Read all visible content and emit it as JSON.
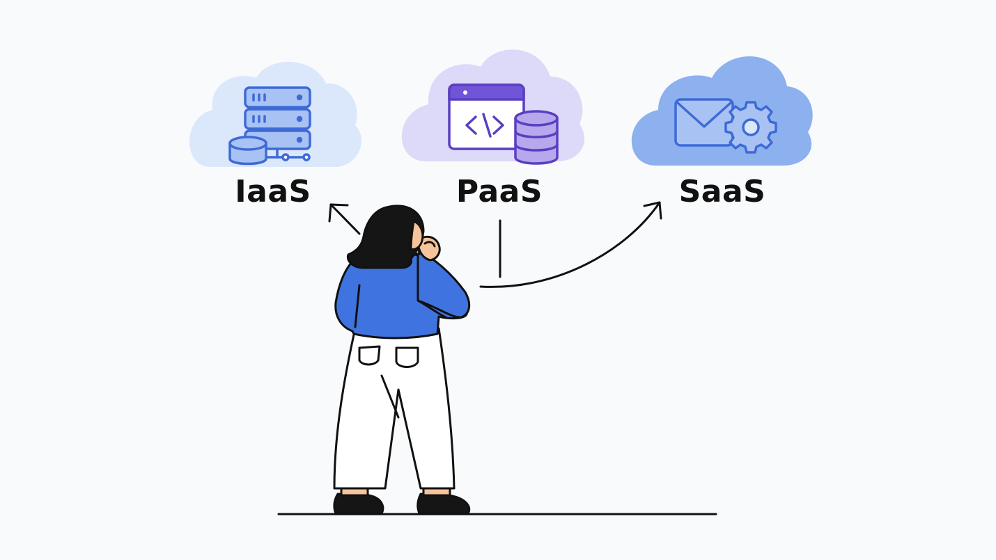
{
  "options": [
    {
      "key": "iaas",
      "label": "IaaS",
      "icon": "server-stack-icon"
    },
    {
      "key": "paas",
      "label": "PaaS",
      "icon": "code-window-icon"
    },
    {
      "key": "saas",
      "label": "SaaS",
      "icon": "mail-gear-icon"
    }
  ],
  "colors": {
    "background": "#f9fafb",
    "cloud_iaas": "#dbe8fb",
    "cloud_paas": "#dcdaf8",
    "cloud_saas": "#8db0ef",
    "icon_blue": "#3e6ad6",
    "icon_blue_fill": "#a9c2f4",
    "icon_purple": "#5a3fc2",
    "icon_purple_fill": "#b7a8ee",
    "shirt": "#3f73df",
    "hair": "#151515",
    "skin": "#f6c49a",
    "line": "#111111"
  }
}
